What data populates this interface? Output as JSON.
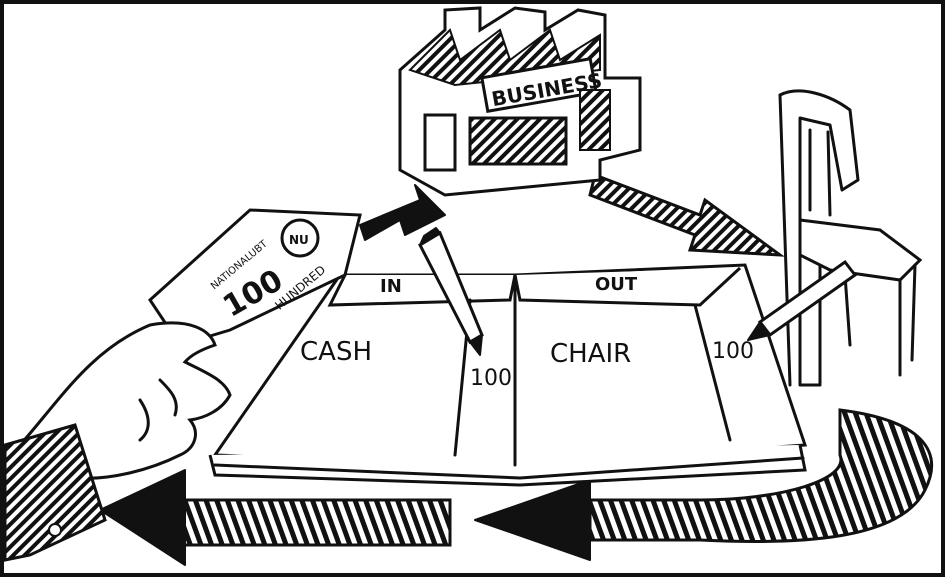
{
  "business_sign": "BUSINESS",
  "ledger": {
    "in_heading": "IN",
    "out_heading": "OUT",
    "in_entry": "CASH",
    "in_amount": "100",
    "out_entry": "CHAIR",
    "out_amount": "100"
  },
  "banknote": {
    "denomination": "100",
    "emblem": "NU",
    "word": "HUNDRED",
    "issuer": "NATIONALUBT"
  },
  "colors": {
    "ink": "#111111",
    "paper": "#ffffff"
  }
}
